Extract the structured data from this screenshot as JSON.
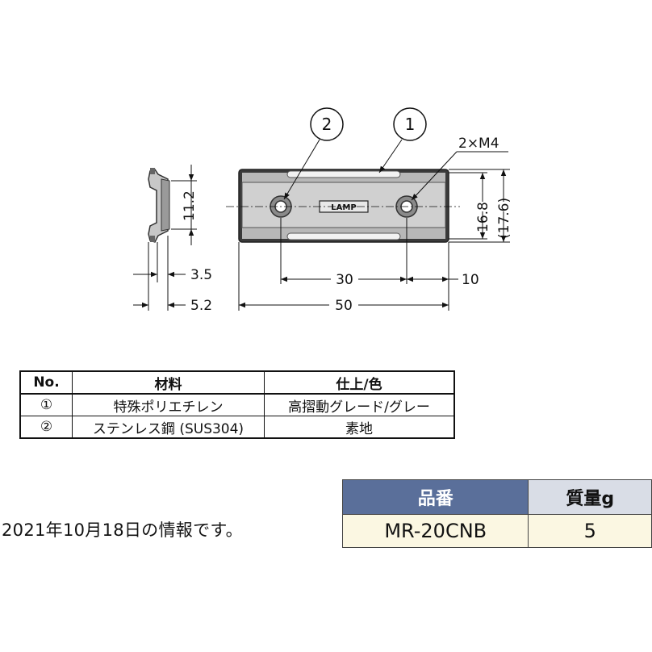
{
  "drawing": {
    "balloon_1": "1",
    "balloon_2": "2",
    "thread_label": "2×M4",
    "logo_text": "LAMP",
    "dims": {
      "side_height": "11.2",
      "side_width_inner": "3.5",
      "side_width_total": "5.2",
      "height_inner": "16.8",
      "height_outer": "(17.6)",
      "hole_pitch": "30",
      "edge_to_hole": "10",
      "length_total": "50"
    }
  },
  "spec_table": {
    "headers": [
      "No.",
      "材料",
      "仕上/色"
    ],
    "rows": [
      {
        "no": "①",
        "material": "特殊ポリエチレン",
        "finish": "高摺動グレード/グレー"
      },
      {
        "no": "②",
        "material": "ステンレス鋼 (SUS304)",
        "finish": "素地"
      }
    ]
  },
  "note": "2021年10月18日の情報です。",
  "product_table": {
    "headers": [
      "品番",
      "質量g"
    ],
    "row": {
      "part_no": "MR-20CNB",
      "mass": "5"
    },
    "colors": {
      "header_primary": "#5a6f9a",
      "header_secondary": "#d9dde6",
      "row_bg": "#fbf7e2"
    }
  }
}
